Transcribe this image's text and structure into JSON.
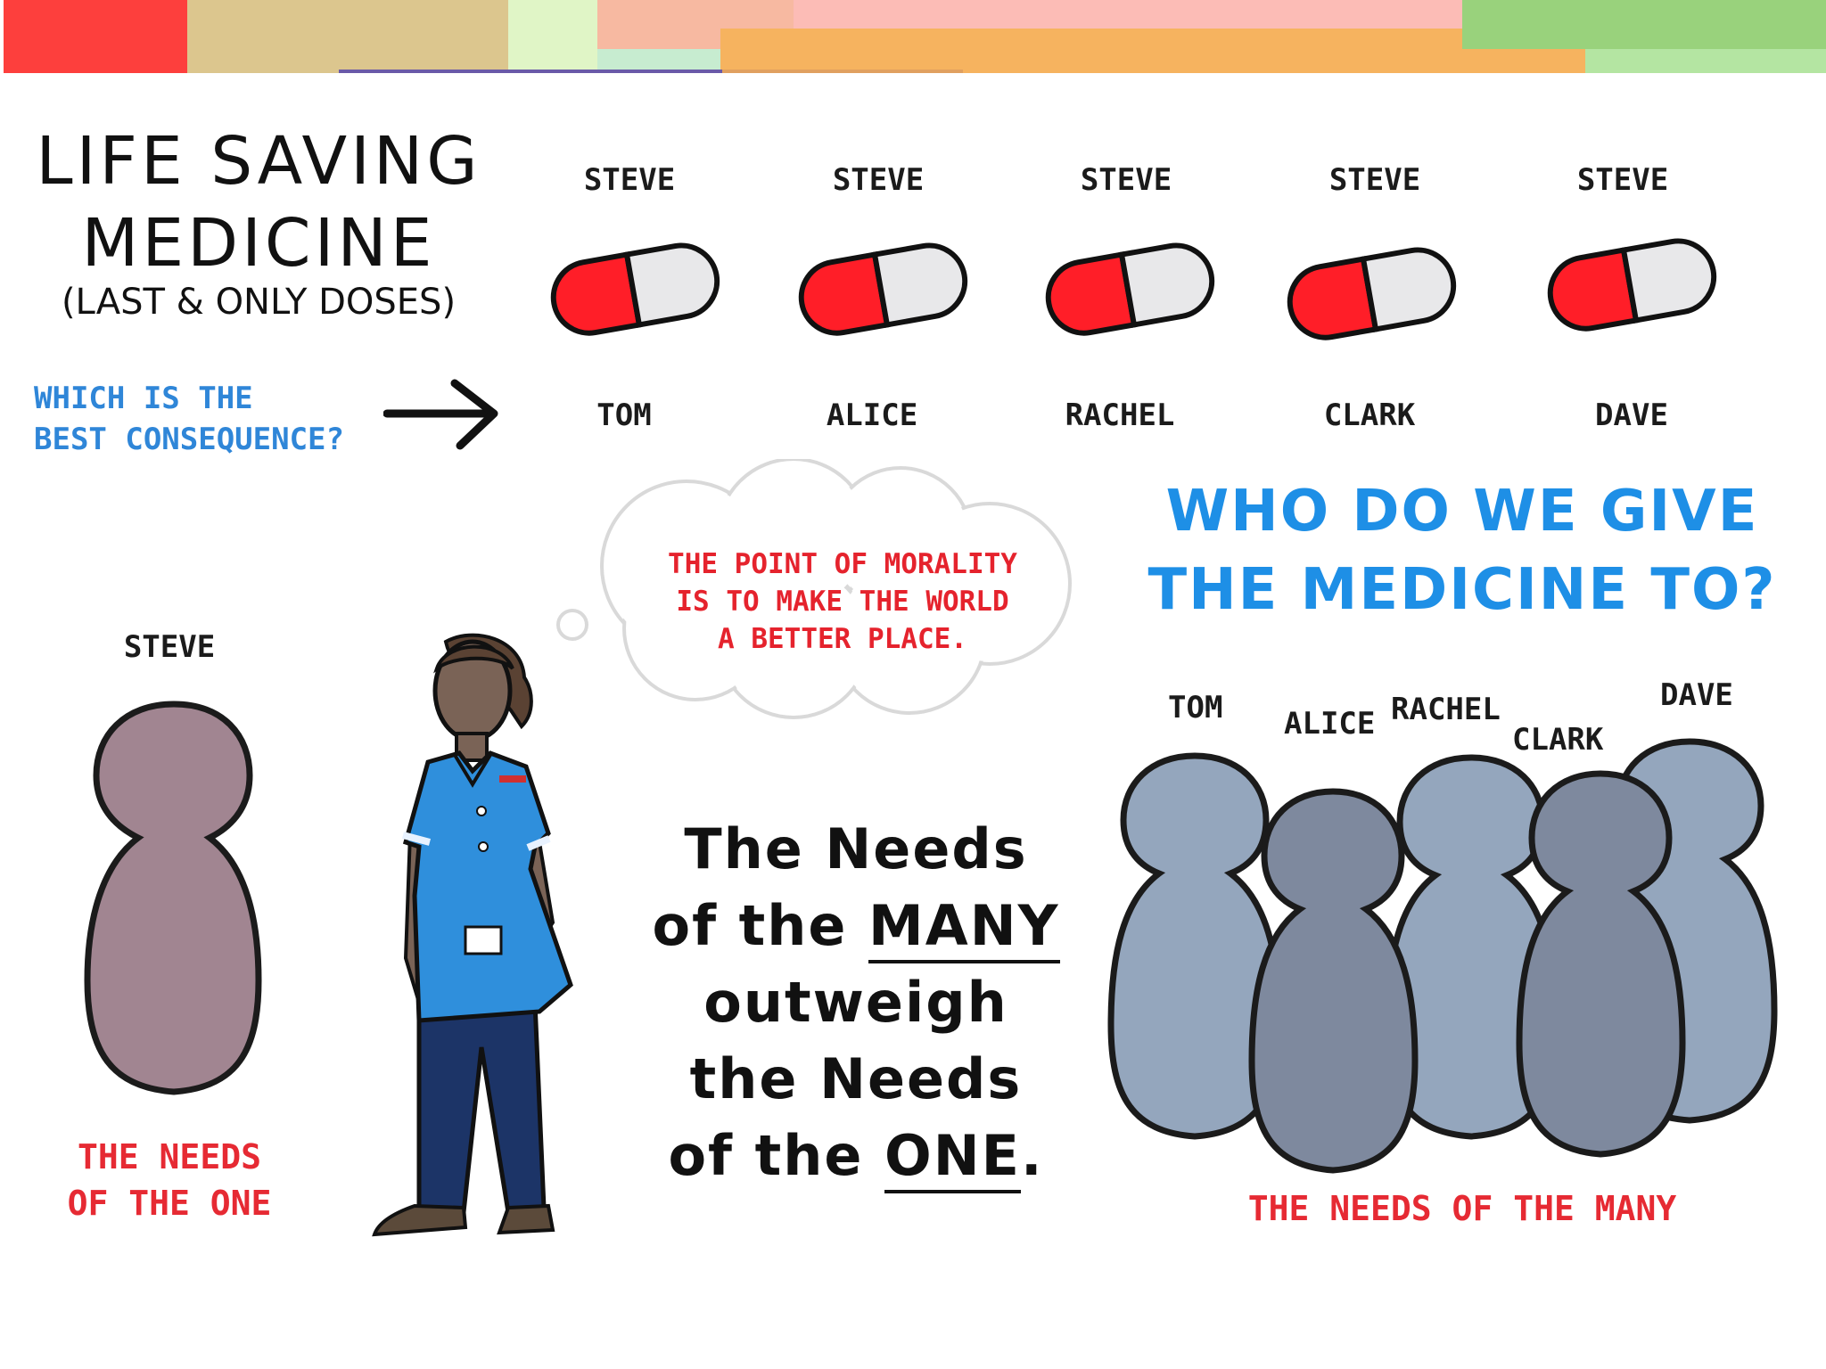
{
  "colors": {
    "pill_red": "#ff1e28",
    "pill_white": "#e8e8ea",
    "steve_figure": "#a18591",
    "many_figure_light": "#94a6bd",
    "many_figure_dark": "#7e899e",
    "blue_text": "#1e8fe6",
    "red_text": "#e62a33",
    "nurse_uniform": "#2f8fdc",
    "nurse_trousers": "#1c3467",
    "nurse_skin": "#7a6356"
  },
  "title": {
    "line1": "LIFE SAVING",
    "line2": "MEDICINE",
    "subtitle": "(LAST & ONLY DOSES)"
  },
  "question": {
    "line1": "WHICH IS THE",
    "line2": "BEST CONSEQUENCE?",
    "arrow_icon": "arrow-right-icon"
  },
  "pills": [
    {
      "top": "STEVE",
      "bottom": "TOM"
    },
    {
      "top": "STEVE",
      "bottom": "ALICE"
    },
    {
      "top": "STEVE",
      "bottom": "RACHEL"
    },
    {
      "top": "STEVE",
      "bottom": "CLARK"
    },
    {
      "top": "STEVE",
      "bottom": "DAVE"
    }
  ],
  "thought": {
    "line1": "THE POINT OF MORALITY",
    "line2": "IS TO MAKE THE WORLD",
    "line3": "A BETTER PLACE."
  },
  "who": {
    "line1": "WHO DO WE GIVE",
    "line2": "THE MEDICINE TO?"
  },
  "one": {
    "name": "STEVE",
    "caption1": "THE NEEDS",
    "caption2": "OF THE ONE"
  },
  "many": {
    "names": [
      "TOM",
      "ALICE",
      "RACHEL",
      "CLARK",
      "DAVE"
    ],
    "caption": "THE NEEDS OF THE MANY"
  },
  "motto": {
    "line1": "The Needs",
    "line2a": "of the ",
    "line2b": "MANY",
    "line3": "outweigh",
    "line4": "the Needs",
    "line5a": "of the ",
    "line5b": "ONE",
    "line5c": "."
  }
}
